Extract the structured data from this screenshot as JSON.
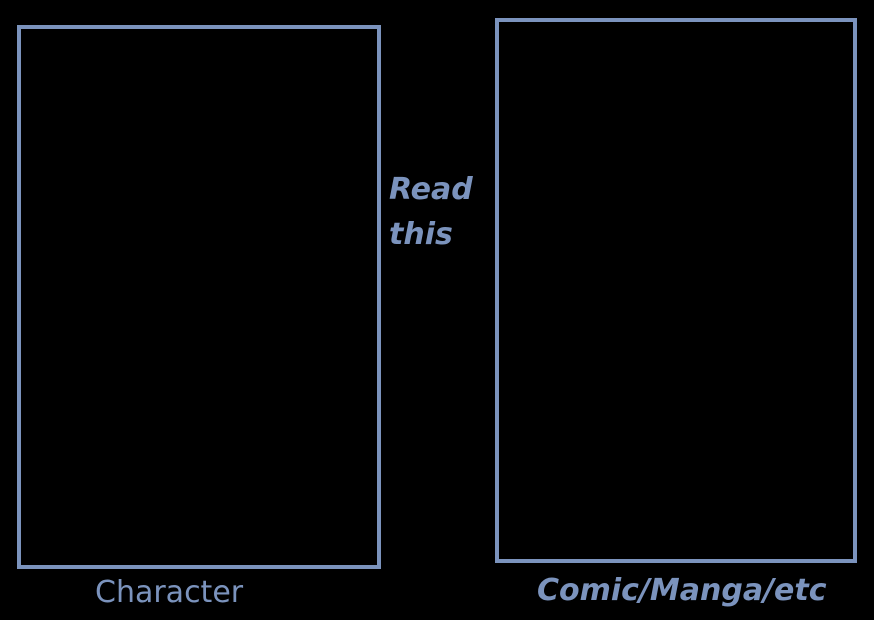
{
  "colors": {
    "background": "#000000",
    "accent": "#7b93bd"
  },
  "left_panel": {
    "caption": "Character"
  },
  "center": {
    "line1": "Read",
    "line2": "this"
  },
  "right_panel": {
    "caption": "Comic/Manga/etc"
  }
}
